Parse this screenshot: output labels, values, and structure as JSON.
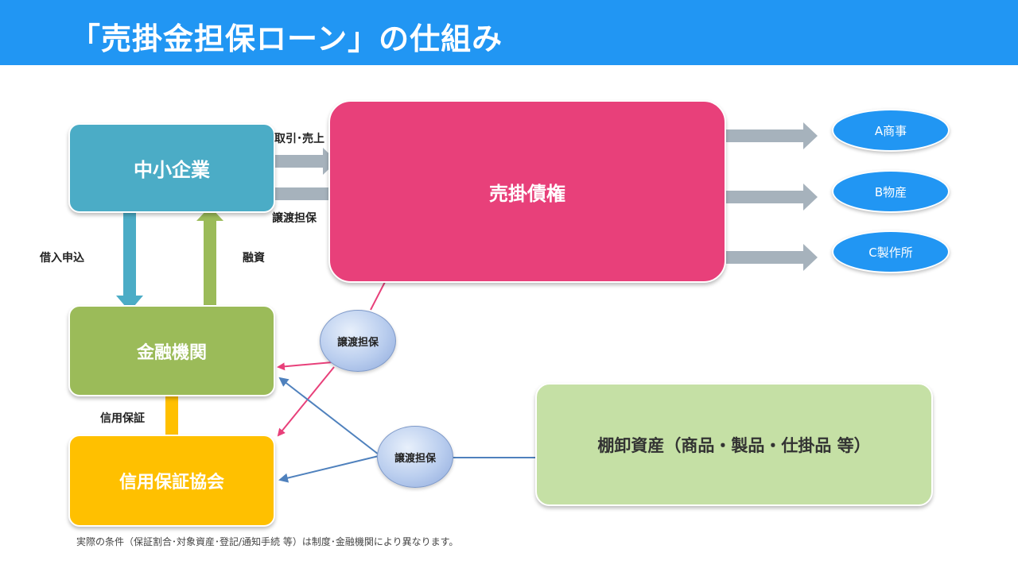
{
  "title": "「売掛金担保ローン」の仕組み",
  "nodes": {
    "sme": "中小企業",
    "bank": "金融機関",
    "guarantee_assoc": "信用保証協会",
    "receivables": "売掛債権",
    "inventory": "棚卸資産（商品・製品・仕掛品 等）"
  },
  "customers": [
    "A商事",
    "B物産",
    "C製作所"
  ],
  "labels": {
    "trade_sales": "取引･売上",
    "assign_collateral_top": "譲渡担保",
    "loan_application": "借入申込",
    "financing": "融資",
    "credit_guarantee": "信用保証",
    "seal_receivable": "譲渡担保",
    "seal_inventory": "譲渡担保"
  },
  "colors": {
    "title_bar": "#2196F3",
    "sme": "#4BACC6",
    "bank": "#9BBB59",
    "guarantee_assoc": "#FFC000",
    "receivables": "#E8407A",
    "inventory": "#C5E0A5",
    "customer": "#2196F3",
    "gray_arrow": "#A6B2BC",
    "blue_arrow": "#4BACC6",
    "green_arrow": "#9BBB59",
    "yellow_arrow": "#FFC000",
    "pink_line": "#E8407A",
    "navy_line": "#4F81BD"
  },
  "footnote": "実際の条件（保証割合･対象資産･登記/通知手続 等）は制度･金融機関により異なります。"
}
